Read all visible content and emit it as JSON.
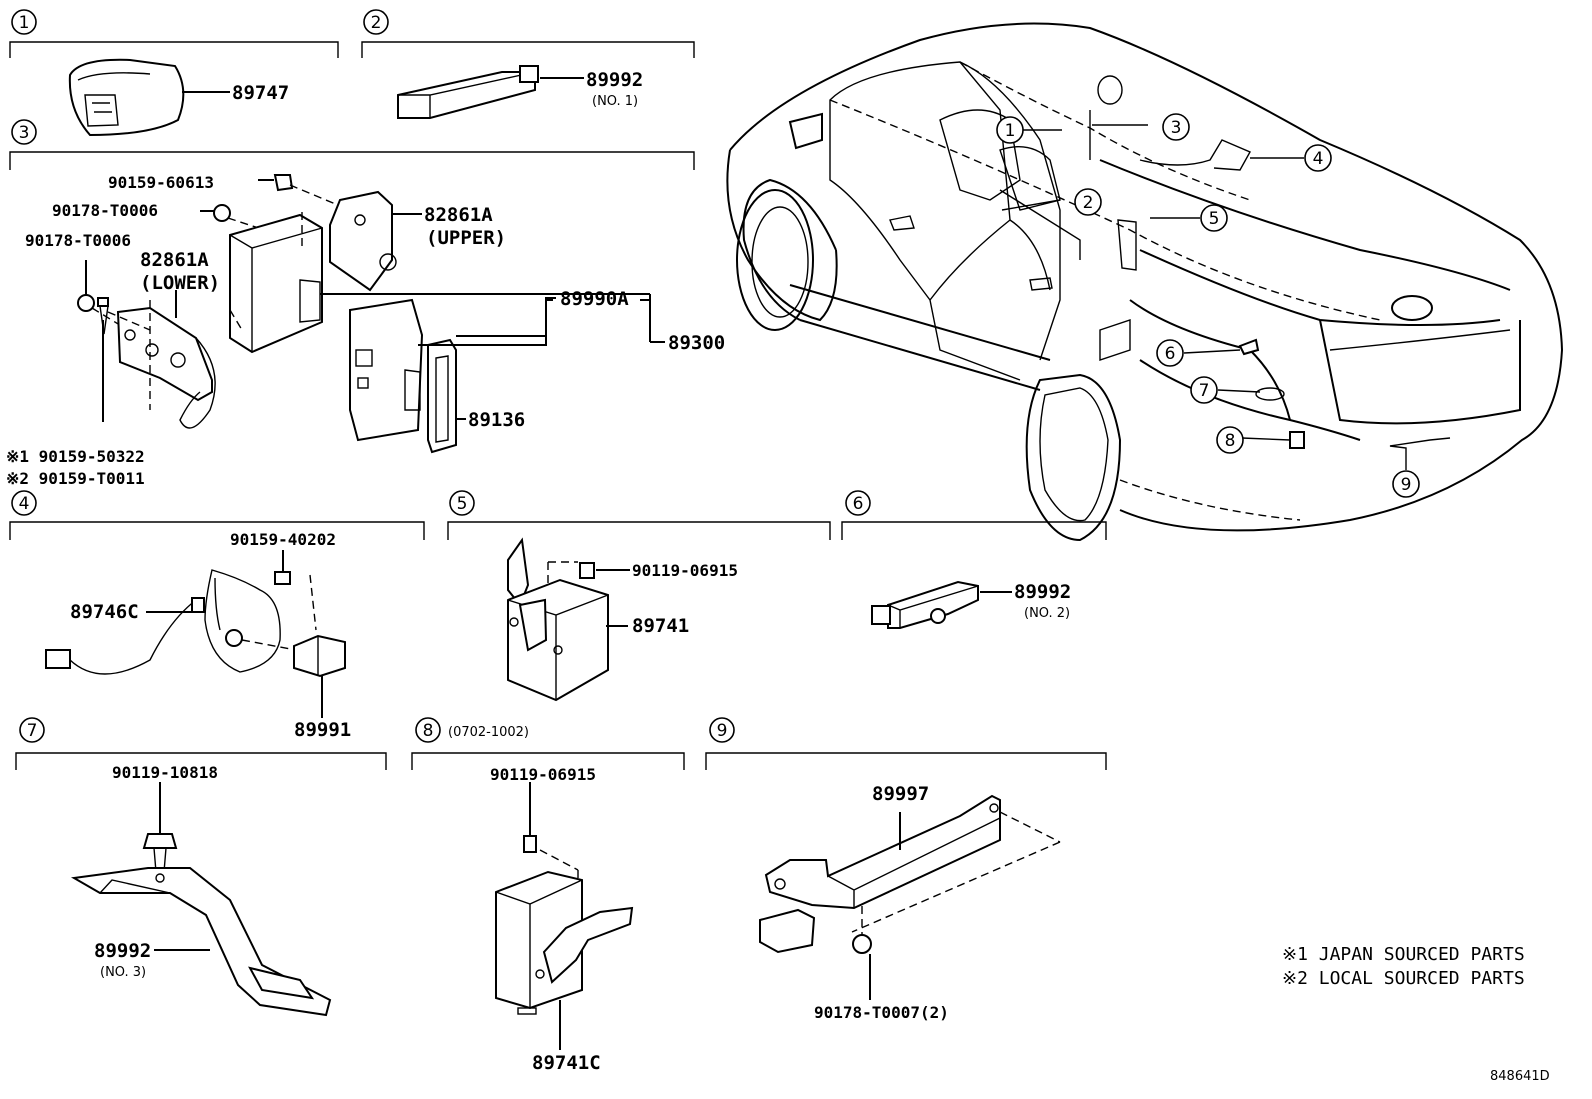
{
  "sections": [
    {
      "number": "1"
    },
    {
      "number": "2"
    },
    {
      "number": "3"
    },
    {
      "number": "4"
    },
    {
      "number": "5"
    },
    {
      "number": "6"
    },
    {
      "number": "7"
    },
    {
      "number": "8",
      "date_range": "(0702-1002)"
    },
    {
      "number": "9"
    }
  ],
  "parts": {
    "p89747": "89747",
    "p89992_no1": "89992",
    "p89992_no1_note": "(NO. 1)",
    "p90159_60613": "90159-60613",
    "p90178_T0006_a": "90178-T0006",
    "p90178_T0006_b": "90178-T0006",
    "p82861A_upper": "82861A",
    "p82861A_upper_note": "(UPPER)",
    "p82861A_lower": "82861A",
    "p82861A_lower_note": "(LOWER)",
    "p89300": "89300",
    "p89990A": "89990A",
    "p89136": "89136",
    "p90159_50322": "※1 90159-50322",
    "p90159_T0011": "※2 90159-T0011",
    "p90159_40202": "90159-40202",
    "p89746C": "89746C",
    "p89991": "89991",
    "p90119_06915_a": "90119-06915",
    "p89741": "89741",
    "p89992_no2": "89992",
    "p89992_no2_note": "(NO. 2)",
    "p90119_10818": "90119-10818",
    "p89992_no3": "89992",
    "p89992_no3_note": "(NO. 3)",
    "p90119_06915_b": "90119-06915",
    "p89741C": "89741C",
    "p89997": "89997",
    "p90178_T0007": "90178-T0007(2)"
  },
  "car_callouts": [
    "1",
    "2",
    "3",
    "4",
    "5",
    "6",
    "7",
    "8",
    "9"
  ],
  "notes": {
    "japan": "※1 JAPAN SOURCED PARTS",
    "local": "※2 LOCAL SOURCED PARTS"
  },
  "diagram_id": "848641D"
}
